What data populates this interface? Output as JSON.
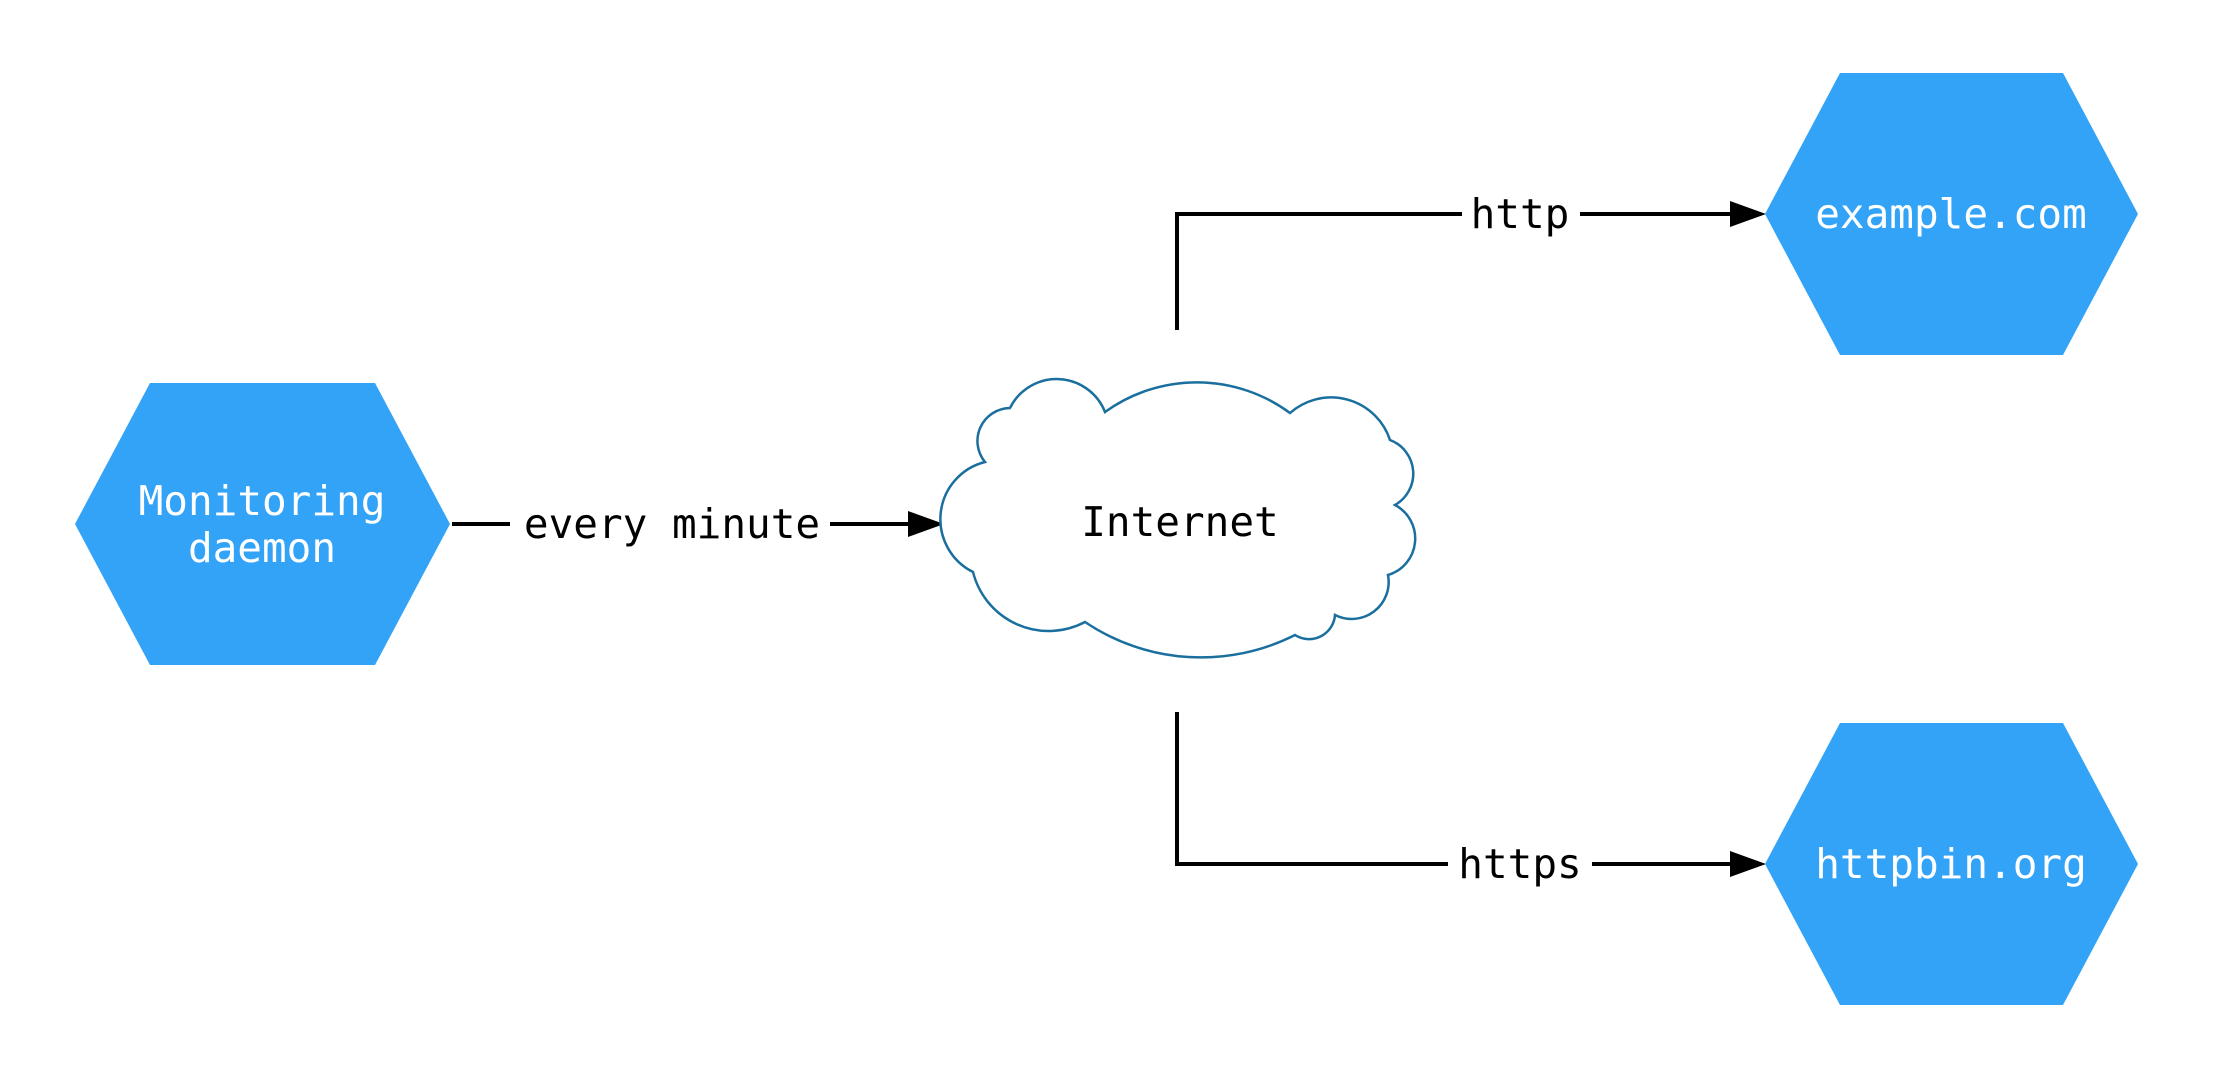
{
  "diagram": {
    "nodes": {
      "monitoring_daemon": {
        "label_line1": "Monitoring",
        "label_line2": "daemon",
        "shape": "hexagon"
      },
      "internet": {
        "label": "Internet",
        "shape": "cloud"
      },
      "example_com": {
        "label": "example.com",
        "shape": "hexagon"
      },
      "httpbin_org": {
        "label": "httpbin.org",
        "shape": "hexagon"
      }
    },
    "edges": {
      "daemon_to_internet": {
        "from": "monitoring_daemon",
        "to": "internet",
        "label": "every minute"
      },
      "internet_to_example": {
        "from": "internet",
        "to": "example_com",
        "label": "http"
      },
      "internet_to_httpbin": {
        "from": "internet",
        "to": "httpbin_org",
        "label": "https"
      }
    },
    "colors": {
      "node_fill": "#33A3F8",
      "node_text": "#ffffff",
      "cloud_stroke": "#1A6F9E",
      "edge": "#000000",
      "label_text": "#000000",
      "background": "#ffffff"
    }
  }
}
